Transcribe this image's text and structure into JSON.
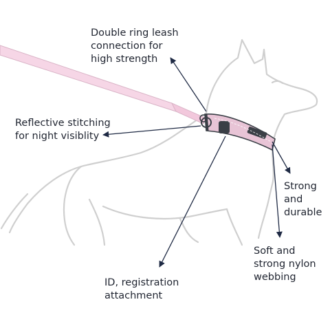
{
  "callouts": {
    "ring": {
      "lines": [
        "Double ring leash",
        "connection for",
        "high strength"
      ]
    },
    "reflect": {
      "lines": [
        "Reflective stitching",
        "for night visiblity"
      ]
    },
    "strong": {
      "lines": [
        "Strong",
        "and",
        "durable"
      ]
    },
    "soft": {
      "lines": [
        "Soft and",
        "strong nylon",
        "webbing"
      ]
    },
    "id": {
      "lines": [
        "ID, registration",
        "attachment"
      ]
    }
  },
  "colors": {
    "background": "#ffffff",
    "outline": "#cfcfcf",
    "leash": "#f6d6e6",
    "leash_edge": "#d9b3c6",
    "collar": "#e8c4d6",
    "collar_dark": "#3a3f46",
    "arrow": "#1f2a44",
    "text": "#1f2430"
  },
  "icons": {
    "dog": "dog-outline-illustration",
    "collar": "collar-icon",
    "leash": "leash-icon"
  }
}
